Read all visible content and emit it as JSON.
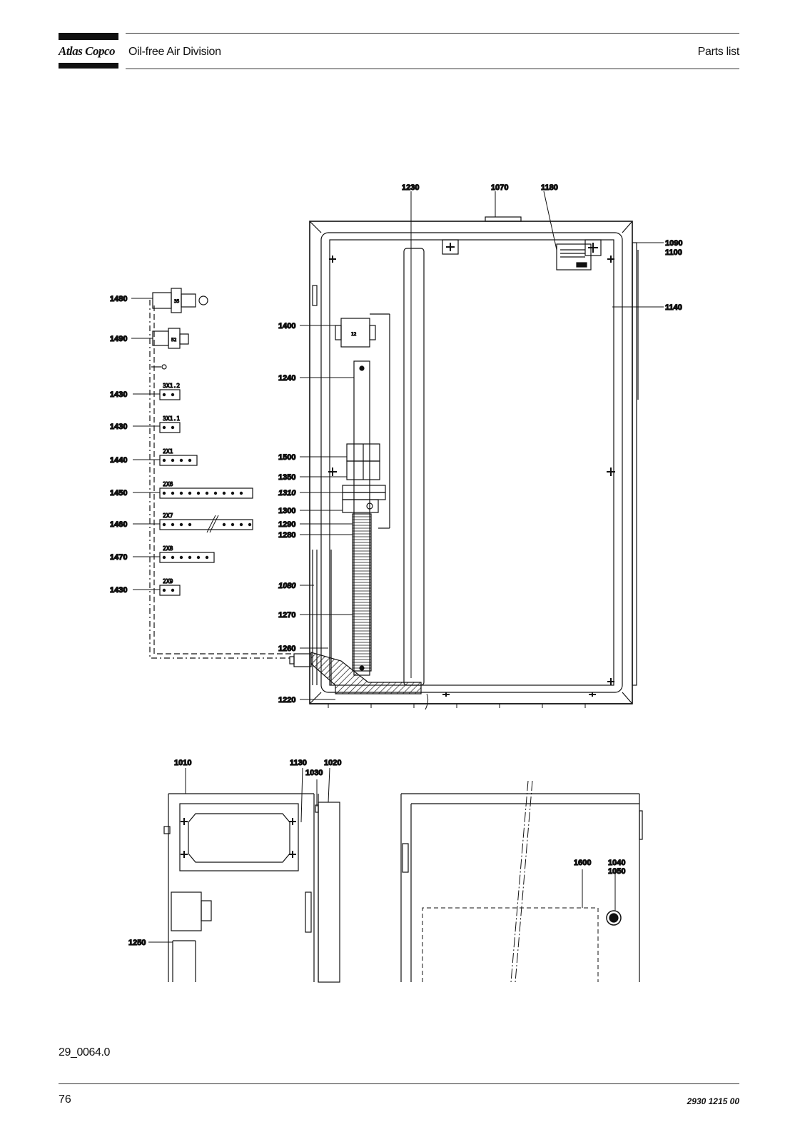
{
  "header": {
    "brand": "Atlas Copco",
    "division": "Oil-free Air Division",
    "section": "Parts list"
  },
  "footer": {
    "drawing_ref": "29_0064.0",
    "page_number": "76",
    "doc_number": "2930 1215 00"
  },
  "callouts": {
    "c1230": "1230",
    "c1070": "1070",
    "c1180": "1180",
    "c1090": "1090",
    "c1100": "1100",
    "c1140": "1140",
    "c1480": "1480",
    "c1490": "1490",
    "c1400": "1400",
    "c1240": "1240",
    "c1430a": "1430",
    "c1430b": "1430",
    "c1440": "1440",
    "c1500": "1500",
    "c1350": "1350",
    "c1310": "1310",
    "c1450": "1450",
    "c1300": "1300",
    "c1290": "1290",
    "c1280": "1280",
    "c1460": "1460",
    "c1470": "1470",
    "c1080": "1080",
    "c1430c": "1430",
    "c1270": "1270",
    "c1260": "1260",
    "c1220": "1220",
    "c1010": "1010",
    "c1130": "1130",
    "c1030": "1030",
    "c1020": "1020",
    "c1600": "1600",
    "c1040": "1040",
    "c1050": "1050",
    "c1250": "1250"
  },
  "terminal_tags": {
    "t3x12": "3X1.2",
    "t3x11": "3X1.1",
    "t2x1": "2X1",
    "t2x6": "2X6",
    "t2x7": "2X7",
    "t2x8": "2X8",
    "t2x9": "2X9",
    "s35": "35",
    "s52": "52",
    "k12": "12"
  }
}
